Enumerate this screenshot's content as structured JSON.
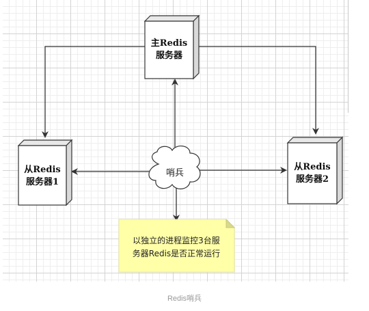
{
  "diagram": {
    "master": {
      "label": "主Redis\n服务器"
    },
    "slave1": {
      "label": "从Redis\n服务器1"
    },
    "slave2": {
      "label": "从Redis\n服务器2"
    },
    "sentinel": {
      "label": "哨兵"
    },
    "note": {
      "text": "以独立的进程监控3台服\n务器Redis是否正常运行"
    }
  },
  "caption": "Redis哨兵",
  "colors": {
    "box_front": "#ffffff",
    "box_side": "#d9d9d9",
    "note_fill": "#ffffa8",
    "line": "#333333"
  }
}
